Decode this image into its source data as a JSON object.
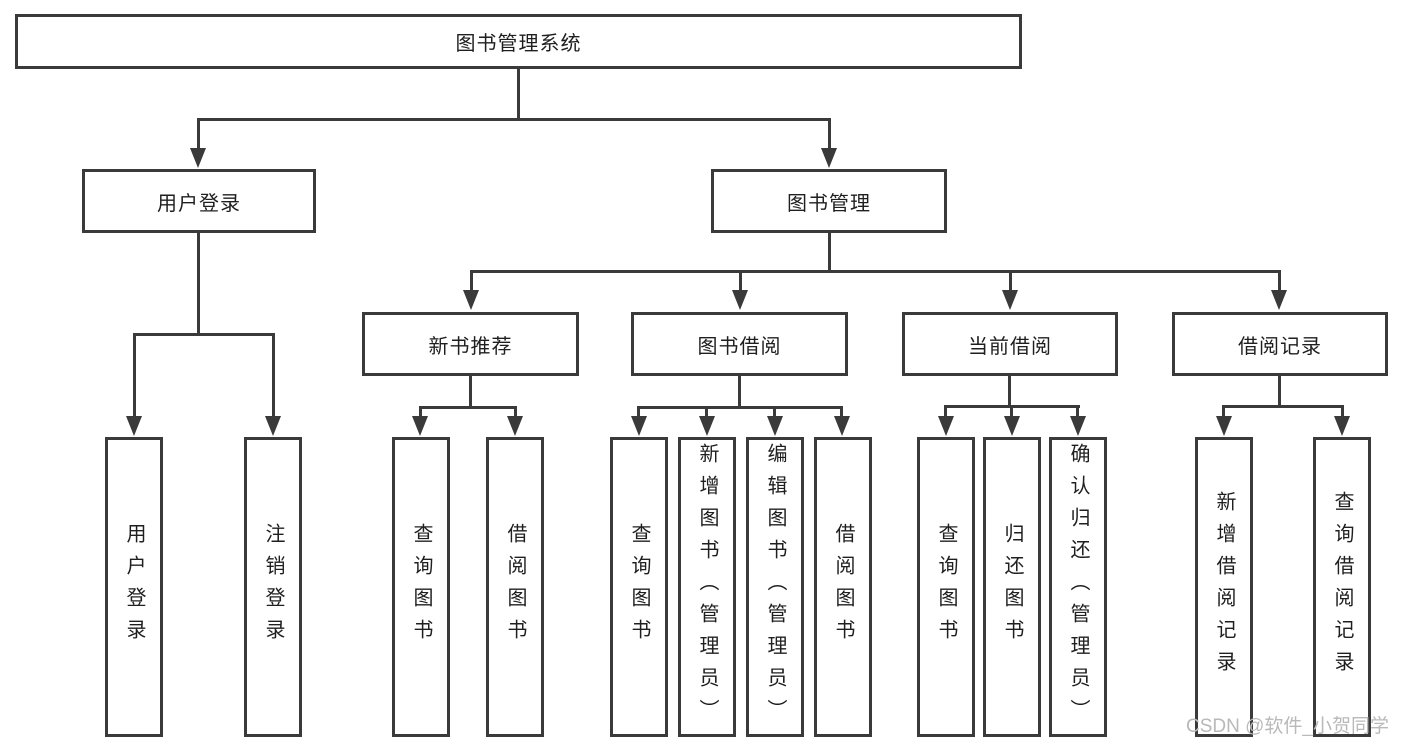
{
  "nodes": {
    "root": "图书管理系统",
    "user_login": {
      "label": "用户登录",
      "children": [
        "用户登录",
        "注销登录"
      ]
    },
    "book_mgmt": {
      "label": "图书管理",
      "sections": [
        {
          "label": "新书推荐",
          "children": [
            "查询图书",
            "借阅图书"
          ]
        },
        {
          "label": "图书借阅",
          "children": [
            "查询图书",
            "新增图书（管理员）",
            "编辑图书（管理员）",
            "借阅图书"
          ]
        },
        {
          "label": "当前借阅",
          "children": [
            "查询图书",
            "归还图书",
            "确认归还（管理员）"
          ]
        },
        {
          "label": "借阅记录",
          "children": [
            "新增借阅记录",
            "查询借阅记录"
          ]
        }
      ]
    }
  },
  "watermark": "CSDN @软件_小贺同学",
  "colors": {
    "line": "#3a3a3a",
    "text": "#1f1f1f",
    "watermark": "#b9b9b9",
    "background": "#ffffff"
  }
}
